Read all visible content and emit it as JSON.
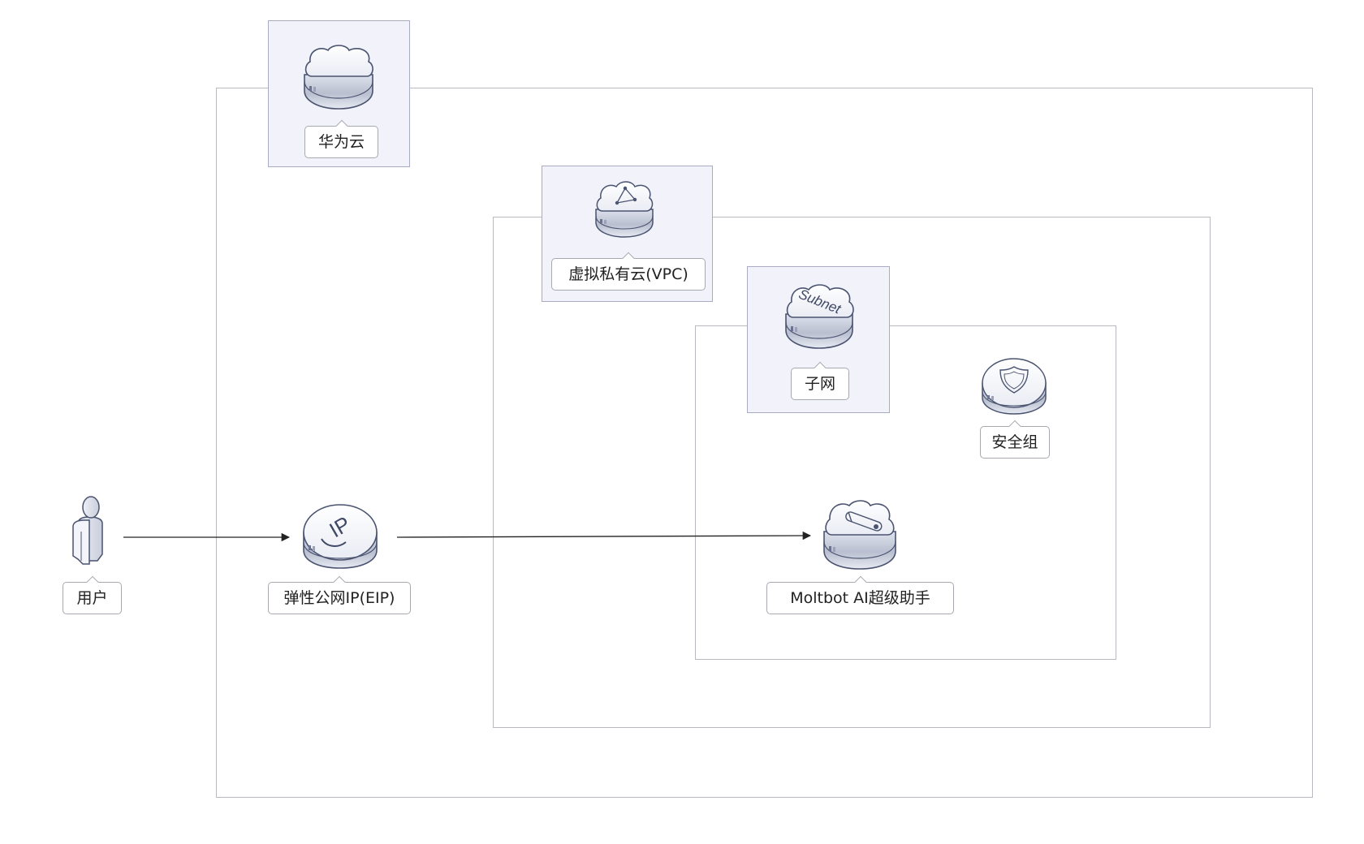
{
  "containers": {
    "huawei_cloud": "华为云",
    "vpc": "虚拟私有云(VPC)",
    "subnet": "子网"
  },
  "nodes": {
    "user": "用户",
    "eip": "弹性公网IP(EIP)",
    "security_group": "安全组",
    "app": "Moltbot AI超级助手"
  },
  "icon_text": {
    "subnet": "Subnet",
    "eip": "IP"
  },
  "colors": {
    "frame": "#b9b9bf",
    "tile_fill": "#f1f2fa",
    "icon_body": "#e9ecf4",
    "icon_outline": "#4a5370"
  },
  "icons": [
    "huawei-cloud-icon",
    "vpc-icon",
    "subnet-icon",
    "security-group-icon",
    "user-icon",
    "eip-icon",
    "ecs-app-icon"
  ]
}
